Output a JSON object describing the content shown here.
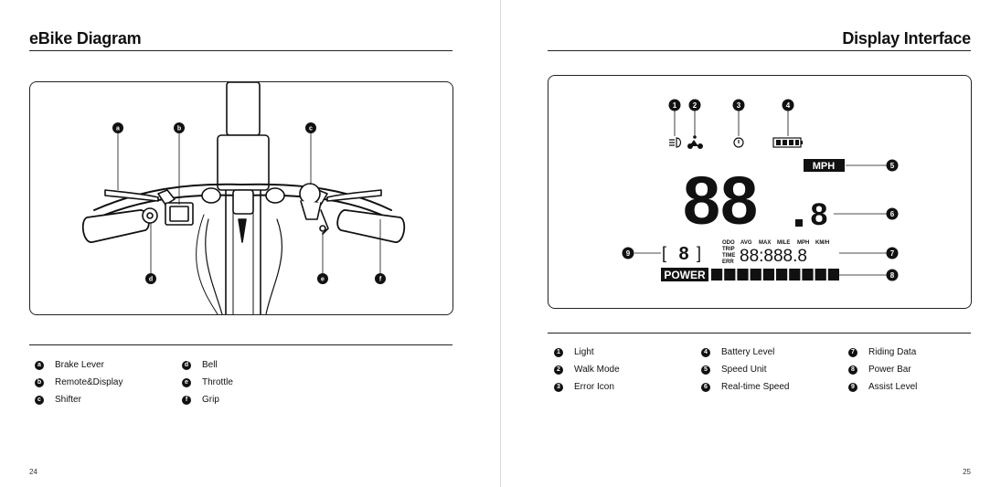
{
  "left_page": {
    "title": "eBike Diagram",
    "page_number": "24",
    "callouts": [
      "a",
      "b",
      "c",
      "d",
      "e",
      "f"
    ],
    "legend": [
      {
        "marker": "a",
        "label": "Brake Lever"
      },
      {
        "marker": "b",
        "label": "Remote&Display"
      },
      {
        "marker": "c",
        "label": "Shifter"
      },
      {
        "marker": "d",
        "label": "Bell"
      },
      {
        "marker": "e",
        "label": "Throttle"
      },
      {
        "marker": "f",
        "label": "Grip"
      }
    ]
  },
  "right_page": {
    "title": "Display Interface",
    "page_number": "25",
    "callouts": [
      "1",
      "2",
      "3",
      "4",
      "5",
      "6",
      "7",
      "8",
      "9"
    ],
    "lcd": {
      "speed_unit": "MPH",
      "power_label": "POWER",
      "trip_labels": [
        "ODO",
        "AVG",
        "MAX",
        "MILE",
        "MPH",
        "KM/H"
      ],
      "mode_labels": [
        "TRIP",
        "TIME",
        "ERR"
      ],
      "assist_digit": "8",
      "speed_digits": "88",
      "decimal_digit": "8",
      "riding_data": "88:888.8",
      "power_segments": 10
    },
    "legend": [
      {
        "marker": "1",
        "label": "Light"
      },
      {
        "marker": "2",
        "label": "Walk Mode"
      },
      {
        "marker": "3",
        "label": "Error Icon"
      },
      {
        "marker": "4",
        "label": "Battery Level"
      },
      {
        "marker": "5",
        "label": "Speed Unit"
      },
      {
        "marker": "6",
        "label": "Real-time Speed"
      },
      {
        "marker": "7",
        "label": "Riding Data"
      },
      {
        "marker": "8",
        "label": "Power Bar"
      },
      {
        "marker": "9",
        "label": "Assist Level"
      }
    ]
  }
}
